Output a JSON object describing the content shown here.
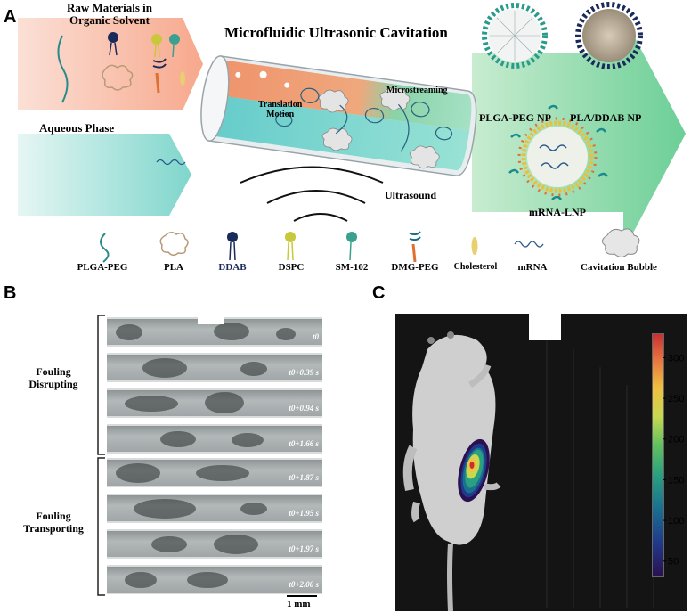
{
  "panels": {
    "a": "A",
    "b": "B",
    "c": "C"
  },
  "panel_a": {
    "raw_materials_line1": "Raw Materials in",
    "raw_materials_line2": "Organic Solvent",
    "aqueous_phase": "Aqueous Phase",
    "title": "Microfluidic Ultrasonic Cavitation",
    "translation_line1": "Translation",
    "translation_line2": "Motion",
    "microstreaming": "Microstreaming",
    "ultrasound": "Ultrasound",
    "plga_peg_np": "PLGA-PEG NP",
    "pla_ddab_np": "PLA/DDAB NP",
    "mrna_lnp": "mRNA-LNP",
    "legend": [
      {
        "label": "PLGA-PEG",
        "icon": "plga-peg-icon",
        "color": "#2a8a8a"
      },
      {
        "label": "PLA",
        "icon": "pla-icon",
        "color": "#b89a78"
      },
      {
        "label": "DDAB",
        "icon": "ddab-icon",
        "color": "#1a2a5a"
      },
      {
        "label": "DSPC",
        "icon": "dspc-icon",
        "color": "#c8c83a"
      },
      {
        "label": "SM-102",
        "icon": "sm102-icon",
        "color": "#3aa090"
      },
      {
        "label": "DMG-PEG",
        "icon": "dmg-peg-icon",
        "color": "#e07030"
      },
      {
        "label": "Cholesterol",
        "icon": "cholesterol-icon",
        "color": "#e8d070"
      },
      {
        "label": "mRNA",
        "icon": "mrna-icon",
        "color": "#2a5a8a"
      },
      {
        "label": "Cavitation Bubble",
        "icon": "cavitation-bubble-icon",
        "color": "#d8d8d8"
      }
    ]
  },
  "panel_b": {
    "fouling_disrupting_line1": "Fouling",
    "fouling_disrupting_line2": "Disrupting",
    "fouling_transporting_line1": "Fouling",
    "fouling_transporting_line2": "Transporting",
    "scale_bar": "1 mm",
    "frames": [
      {
        "label": "t0"
      },
      {
        "label": "t0+0.39 s"
      },
      {
        "label": "t0+0.94 s"
      },
      {
        "label": "t0+1.66 s"
      },
      {
        "label": "t0+1.87 s"
      },
      {
        "label": "t0+1.95 s"
      },
      {
        "label": "t0+1.97 s"
      },
      {
        "label": "t0+2.00 s"
      }
    ]
  },
  "chart_data": {
    "type": "heatmap",
    "colorbar_ticks": [
      50,
      100,
      150,
      200,
      250,
      300
    ],
    "colorbar_range": [
      30,
      330
    ],
    "colormap": [
      "#2a1050",
      "#203a8a",
      "#1a7090",
      "#2aa080",
      "#60c060",
      "#c8d850",
      "#f0c040",
      "#e87040",
      "#c83030"
    ]
  }
}
